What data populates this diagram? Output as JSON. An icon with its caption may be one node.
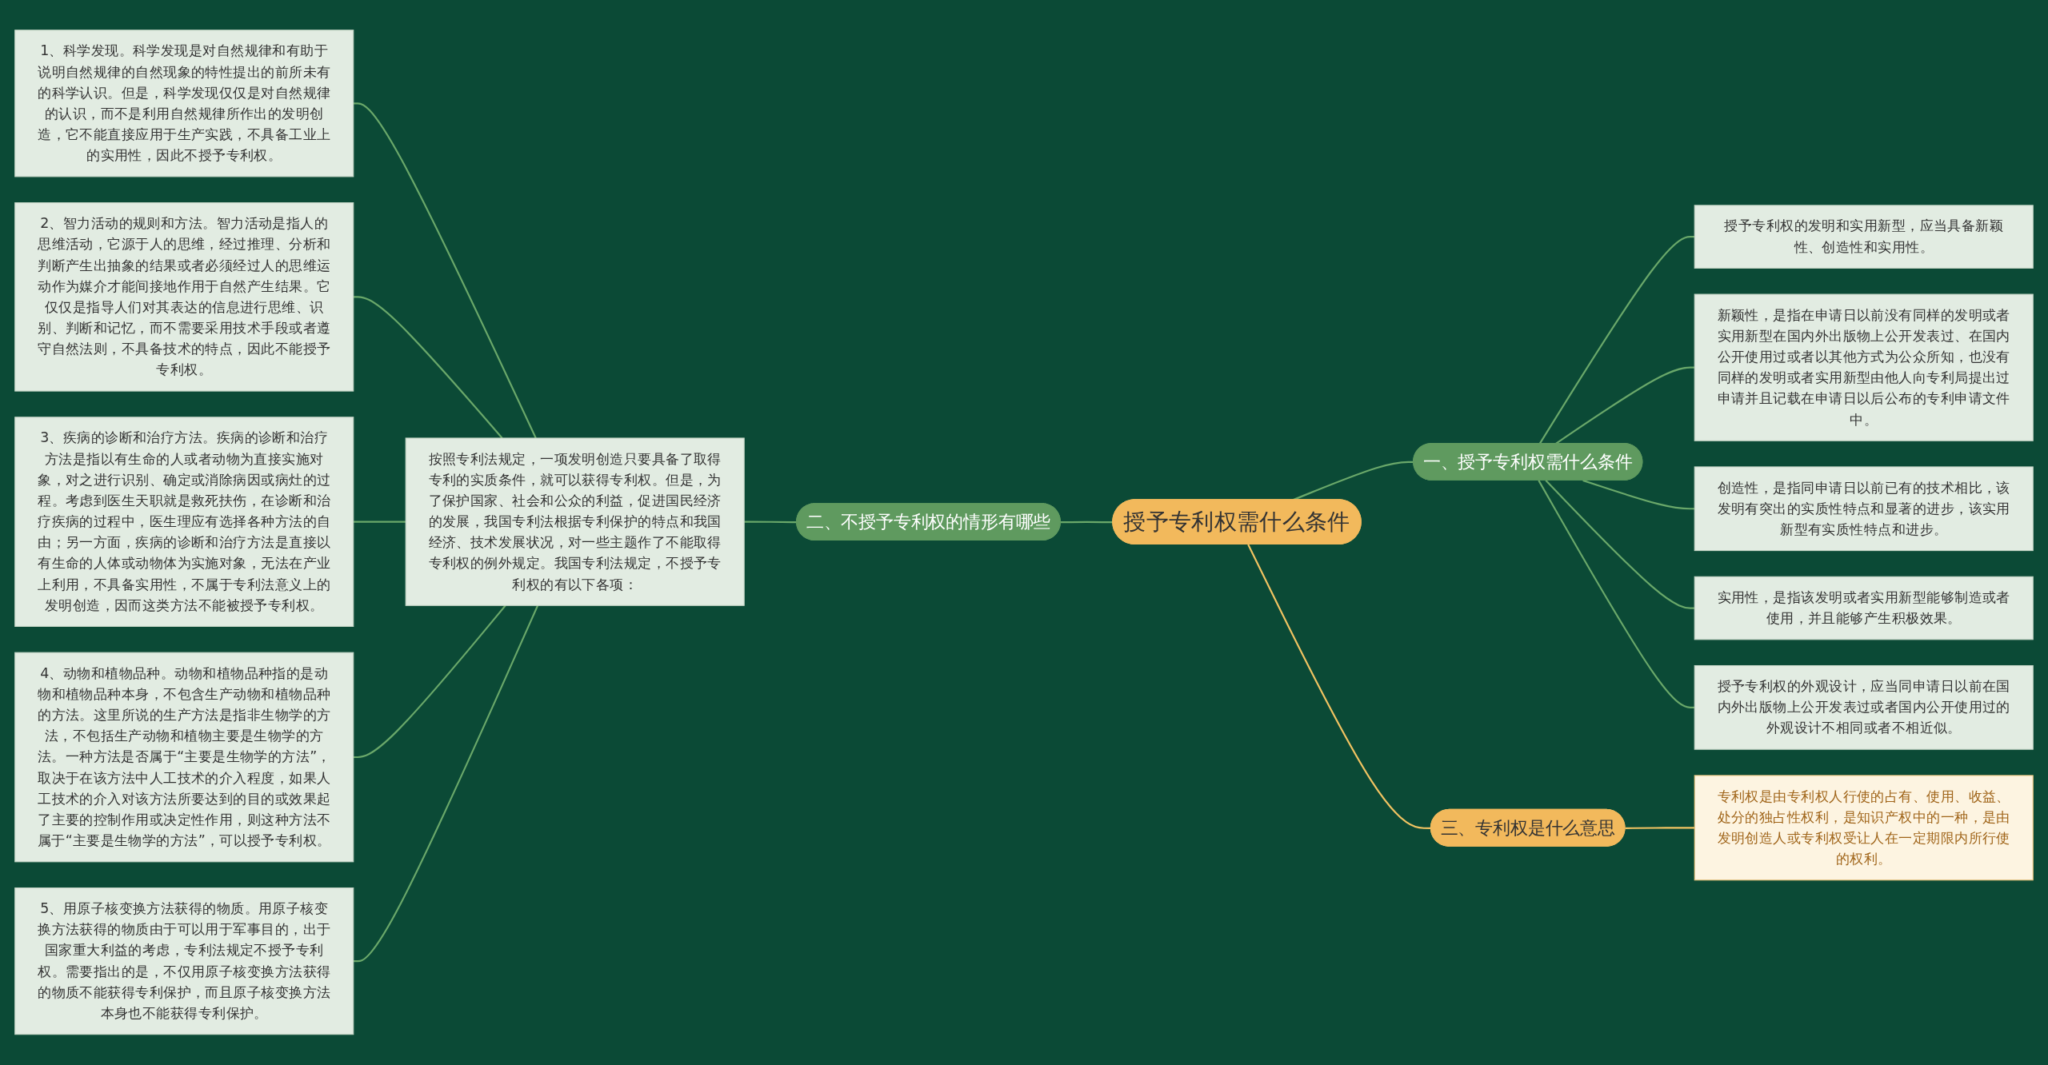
{
  "diagram": {
    "nodes": [
      {
        "text": [
          "授予专利权需什么条件"
        ]
      },
      {
        "text": [
          "一、授予专利权需什么条件"
        ]
      },
      {
        "text": [
          "授予专利权的发明和实用新型，应当具备新颖性、创造性和实用性。"
        ]
      },
      {
        "text": [
          "新颖性，是指在申请日以前没有同样的发明或者实用新型在国内外出版物上公开发表过、在国内公开使用过或者以其他方式为公众所知，也没有同样的发明或者实用新型由他人向专利局提出过申请并且记载在申请日以后公布的专利申请文件中。"
        ]
      },
      {
        "text": [
          "创造性，是指同申请日以前已有的技术相比，该发明有突出的实质性特点和显著的进步，该实用新型有实质性特点和进步。"
        ]
      },
      {
        "text": [
          "实用性，是指该发明或者实用新型能够制造或者使用，并且能够产生积极效果。"
        ]
      },
      {
        "text": [
          "授予专利权的外观设计，应当同申请日以前在国内外出版物上公开发表过或者国内公开使用过的外观设计不相同或者不相近似。"
        ]
      },
      {
        "text": [
          "二、不授予专利权的情形有哪些"
        ]
      },
      {
        "text": [
          "按照专利法规定，一项发明创造只要具备了取得专利的实质条件，就可以获得专利权。但是，为了保护国家、社会和公众的利益，促进国民经济的发展，我国专利法根据专利保护的特点和我国经济、技术发展状况，对一些主题作了不能取得专利权的例外规定。我国专利法规定，不授予专利权的有以下各项："
        ]
      },
      {
        "text": [
          "1、科学发现。科学发现是对自然规律和有助于说明自然规律的自然现象的特性提出的前所未有的科学认识。但是，科学发现仅仅是对自然规律的认识，而不是利用自然规律所作出的发明创造，它不能直接应用于生产实践，不具备工业上的实用性，因此不授予专利权。"
        ]
      },
      {
        "text": [
          "2、智力活动的规则和方法。智力活动是指人的思维活动，它源于人的思维，经过推理、分析和判断产生出抽象的结果或者必须经过人的思维运动作为媒介才能间接地作用于自然产生结果。它仅仅是指导人们对其表达的信息进行思维、识别、判断和记忆，而不需要采用技术手段或者遵守自然法则，不具备技术的特点，因此不能授予专利权。"
        ]
      },
      {
        "text": [
          "3、疾病的诊断和治疗方法。疾病的诊断和治疗方法是指以有生命的人或者动物为直接实施对象，对之进行识别、确定或消除病因或病灶的过程。考虑到医生天职就是救死扶伤，在诊断和治疗疾病的过程中，医生理应有选择各种方法的自由；另一方面，疾病的诊断和治疗方法是直接以有生命的人体或动物体为实施对象，无法在产业上利用，不具备实用性，不属于专利法意义上的发明创造，因而这类方法不能被授予专利权。"
        ]
      },
      {
        "text": [
          "4、动物和植物品种。动物和植物品种指的是动物和植物品种本身，不包含生产动物和植物品种的方法。这里所说的生产方法是指非生物学的方法，不包括生产动物和植物主要是生物学的方法。一种方法是否属于“主要是生物学的方法”，取决于在该方法中人工技术的介入程度，如果人工技术的介入对该方法所要达到的目的或效果起了主要的控制作用或决定性作用，则这种方法不属于“主要是生物学的方法”，可以授予专利权。"
        ]
      },
      {
        "text": [
          "5、用原子核变换方法获得的物质。用原子核变换方法获得的物质由于可以用于军事目的，出于国家重大利益的考虑，专利法规定不授予专利权。需要指出的是，不仅用原子核变换方法获得的物质不能获得专利保护，而且原子核变换方法本身也不能获得专利保护。"
        ]
      },
      {
        "text": [
          "三、专利权是什么意思"
        ]
      },
      {
        "text": [
          "专利权是由专利权人行使的占有、使用、收益、处分的独占性权利，是知识产权中的一种，是由发明创造人或专利权受让人在一定期限内所行使的权利。"
        ]
      }
    ],
    "edges": [
      {
        "from": 0,
        "to": 1,
        "arrow": "none"
      },
      {
        "from": 1,
        "to": 2,
        "arrow": "none"
      },
      {
        "from": 1,
        "to": 3,
        "arrow": "none"
      },
      {
        "from": 1,
        "to": 4,
        "arrow": "none"
      },
      {
        "from": 1,
        "to": 5,
        "arrow": "none"
      },
      {
        "from": 1,
        "to": 6,
        "arrow": "none"
      },
      {
        "from": 0,
        "to": 7,
        "arrow": "none"
      },
      {
        "from": 7,
        "to": 8,
        "arrow": "none"
      },
      {
        "from": 8,
        "to": 9,
        "arrow": "none"
      },
      {
        "from": 8,
        "to": 10,
        "arrow": "none"
      },
      {
        "from": 8,
        "to": 11,
        "arrow": "none"
      },
      {
        "from": 8,
        "to": 12,
        "arrow": "none"
      },
      {
        "from": 8,
        "to": 13,
        "arrow": "none"
      },
      {
        "from": 0,
        "to": 14,
        "arrow": "none",
        "color": "#f2c462"
      },
      {
        "from": 14,
        "to": 15,
        "arrow": "none",
        "color": "#f2c462"
      }
    ]
  }
}
